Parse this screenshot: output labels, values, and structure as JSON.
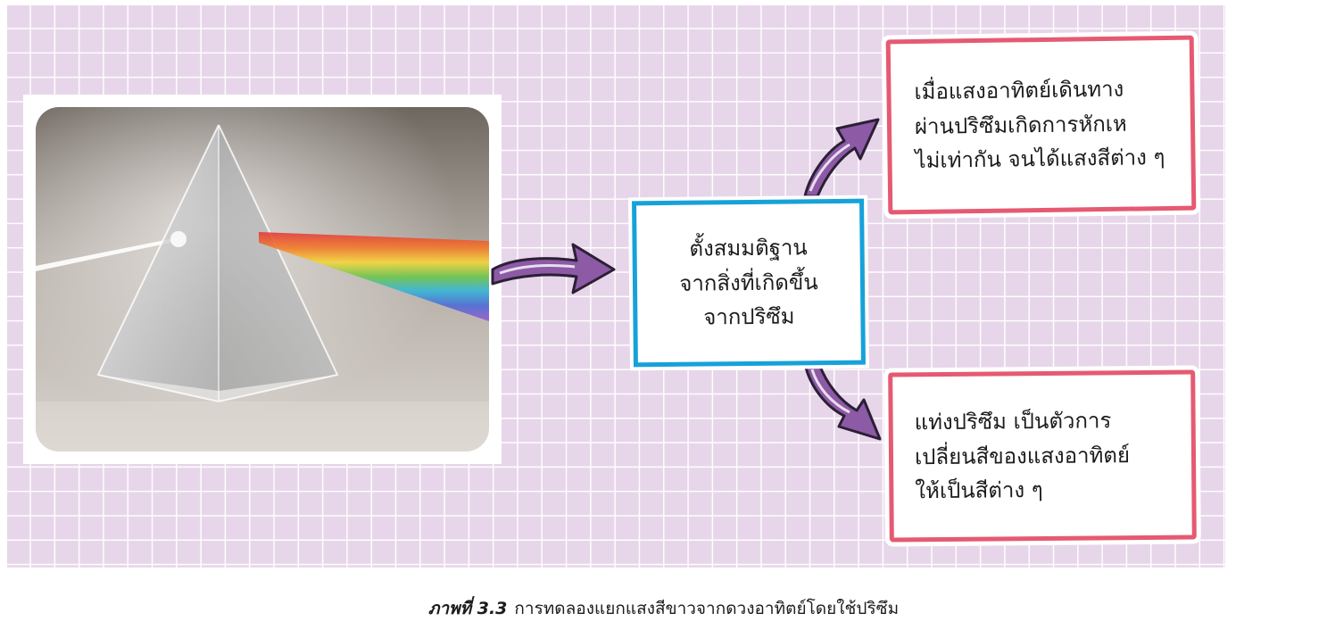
{
  "diagram": {
    "center_box": {
      "lines": [
        "ตั้งสมมติฐาน",
        "จากสิ่งที่เกิดขึ้น",
        "จากปริซึม"
      ]
    },
    "top_box": {
      "lines": [
        "เมื่อแสงอาทิตย์เดินทาง",
        "ผ่านปริซึมเกิดการหักเห",
        "ไม่เท่ากัน จนได้แสงสีต่าง ๆ"
      ]
    },
    "bottom_box": {
      "lines": [
        "แท่งปริซึม  เป็นตัวการ",
        "เปลี่ยนสีของแสงอาทิตย์",
        "ให้เป็นสีต่าง ๆ"
      ]
    },
    "photo": {
      "subject": "glass prism splitting white light into a rainbow spectrum"
    },
    "colors": {
      "background": "#e7d6e9",
      "grid_lines": "#ffffff",
      "center_border": "#16a2d9",
      "side_border": "#e55a72",
      "arrow_fill": "#8d5aa6",
      "arrow_outline": "#2b1f35"
    }
  },
  "caption": {
    "label": "ภาพที่ 3.3",
    "text": "การทดลองแยกแสงสีขาวจากดวงอาทิตย์โดยใช้ปริซึม"
  }
}
